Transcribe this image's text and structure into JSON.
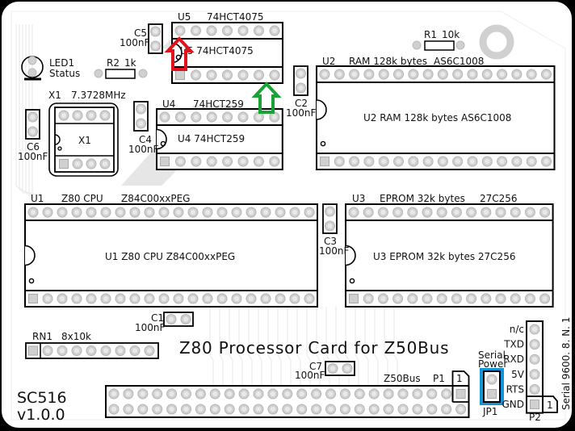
{
  "board": {
    "title": "Z80 Processor Card for Z50Bus",
    "name": "SC516",
    "version": "v1.0.0",
    "serial_note": "Serial 9600. 8. N. 1",
    "colors": {
      "board": "#ffffff",
      "outline": "#000000",
      "pad": "#d0d0d0",
      "trace": "#ececec",
      "highlight_red": "#e0121b",
      "highlight_green": "#1aa335",
      "jumper_highlight": "#1493d6"
    }
  },
  "components": {
    "u5": {
      "ref": "U5",
      "part": "74HCT4075",
      "center_label": "U5  74HCT4075",
      "pins_per_row": 7
    },
    "u4": {
      "ref": "U4",
      "part": "74HCT259",
      "center_label": "U4  74HCT259",
      "pins_per_row": 8
    },
    "u2": {
      "ref": "U2",
      "desc": "RAM 128k bytes",
      "part": "AS6C1008",
      "center_label": "U2  RAM 128k bytes  AS6C1008",
      "pins_per_row": 16
    },
    "u1": {
      "ref": "U1",
      "desc": "Z80 CPU",
      "part": "Z84C00xxPEG",
      "center_label": "U1  Z80 CPU  Z84C00xxPEG",
      "pins_per_row": 20
    },
    "u3": {
      "ref": "U3",
      "desc": "EPROM 32k bytes",
      "part": "27C256",
      "center_label": "U3  EPROM 32k bytes  27C256",
      "pins_per_row": 14
    },
    "x1": {
      "ref": "X1",
      "value": "7.3728MHz",
      "center_label": "X1"
    },
    "led1": {
      "ref": "LED1",
      "desc": "Status"
    },
    "r1": {
      "ref": "R1",
      "value": "10k"
    },
    "r2": {
      "ref": "R2",
      "value": "1k"
    },
    "caps": [
      {
        "ref": "C1",
        "value": "100nF"
      },
      {
        "ref": "C2",
        "value": "100nF"
      },
      {
        "ref": "C3",
        "value": "100nF"
      },
      {
        "ref": "C4",
        "value": "100nF"
      },
      {
        "ref": "C5",
        "value": "100nF"
      },
      {
        "ref": "C6",
        "value": "100nF"
      },
      {
        "ref": "C7",
        "value": "100nF"
      }
    ],
    "rn1": {
      "ref": "RN1",
      "value": "8x10k",
      "pins": 9
    },
    "p1": {
      "ref": "P1",
      "label": "Z50Bus",
      "pin1": "1",
      "pins_per_row": 25
    },
    "p2": {
      "ref": "P2",
      "pin1": "1",
      "pin_labels": [
        "n/c",
        "TXD",
        "RXD",
        "5V",
        "RTS",
        "GND"
      ]
    },
    "jp1": {
      "ref": "JP1",
      "label_line1": "Serial",
      "label_line2": "Power"
    }
  },
  "annotations": {
    "red_arrow": "pin-1-indicator",
    "green_arrow": "pin-indicator"
  }
}
